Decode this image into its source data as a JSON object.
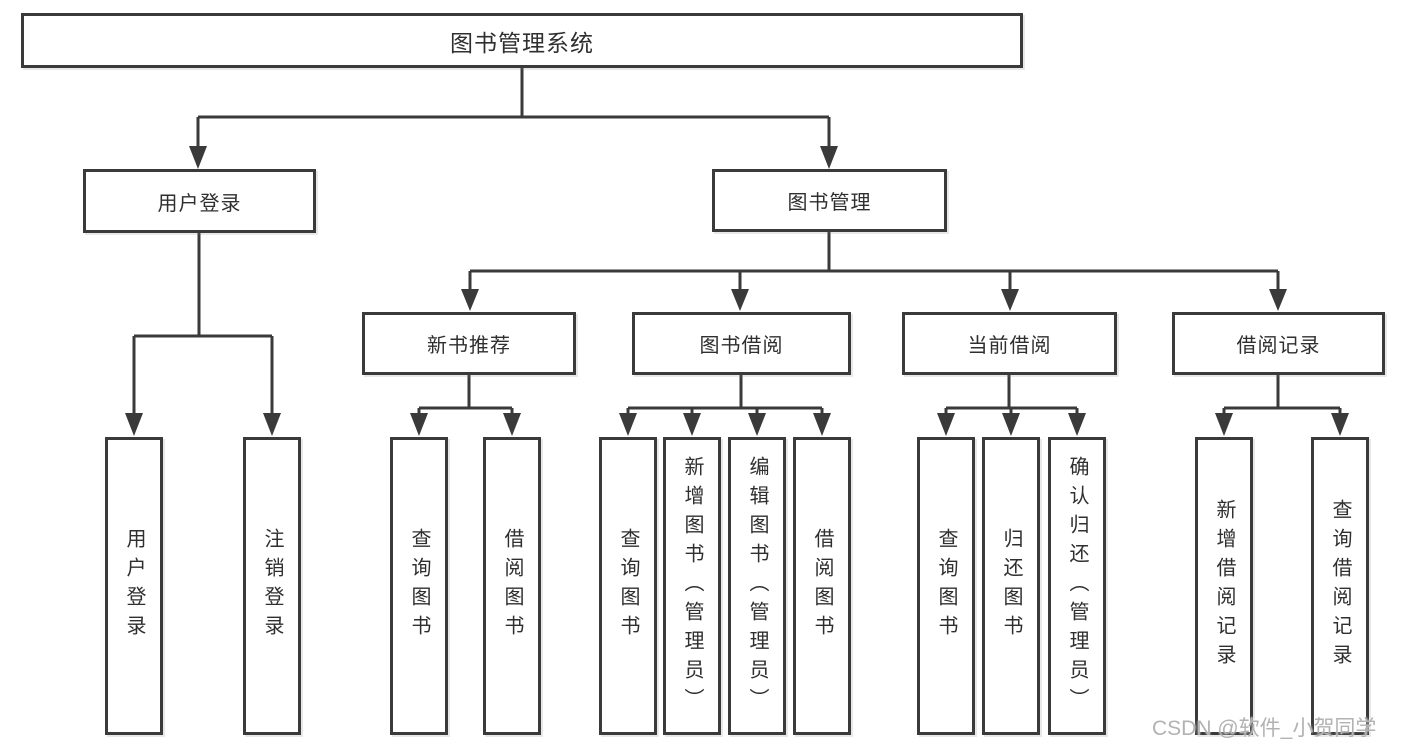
{
  "palette": {
    "line_color": "#3a3a3a",
    "text_color": "#2f2f2f",
    "watermark_color": "#b2b2b2",
    "background": "#ffffff"
  },
  "tree": {
    "root": {
      "label": "图书管理系统"
    },
    "branches": [
      {
        "label": "用户登录",
        "children": [
          {
            "label": "用户登录"
          },
          {
            "label": "注销登录"
          }
        ]
      },
      {
        "label": "图书管理",
        "children": [
          {
            "label": "新书推荐",
            "children": [
              {
                "label": "查询图书"
              },
              {
                "label": "借阅图书"
              }
            ]
          },
          {
            "label": "图书借阅",
            "children": [
              {
                "label": "查询图书"
              },
              {
                "label": "新增图书（管理员）"
              },
              {
                "label": "编辑图书（管理员）"
              },
              {
                "label": "借阅图书"
              }
            ]
          },
          {
            "label": "当前借阅",
            "children": [
              {
                "label": "查询图书"
              },
              {
                "label": "归还图书"
              },
              {
                "label": "确认归还（管理员）"
              }
            ]
          },
          {
            "label": "借阅记录",
            "children": [
              {
                "label": "新增借阅记录"
              },
              {
                "label": "查询借阅记录"
              }
            ]
          }
        ]
      }
    ]
  },
  "watermark": {
    "text": "CSDN @软件_小贺同学"
  }
}
